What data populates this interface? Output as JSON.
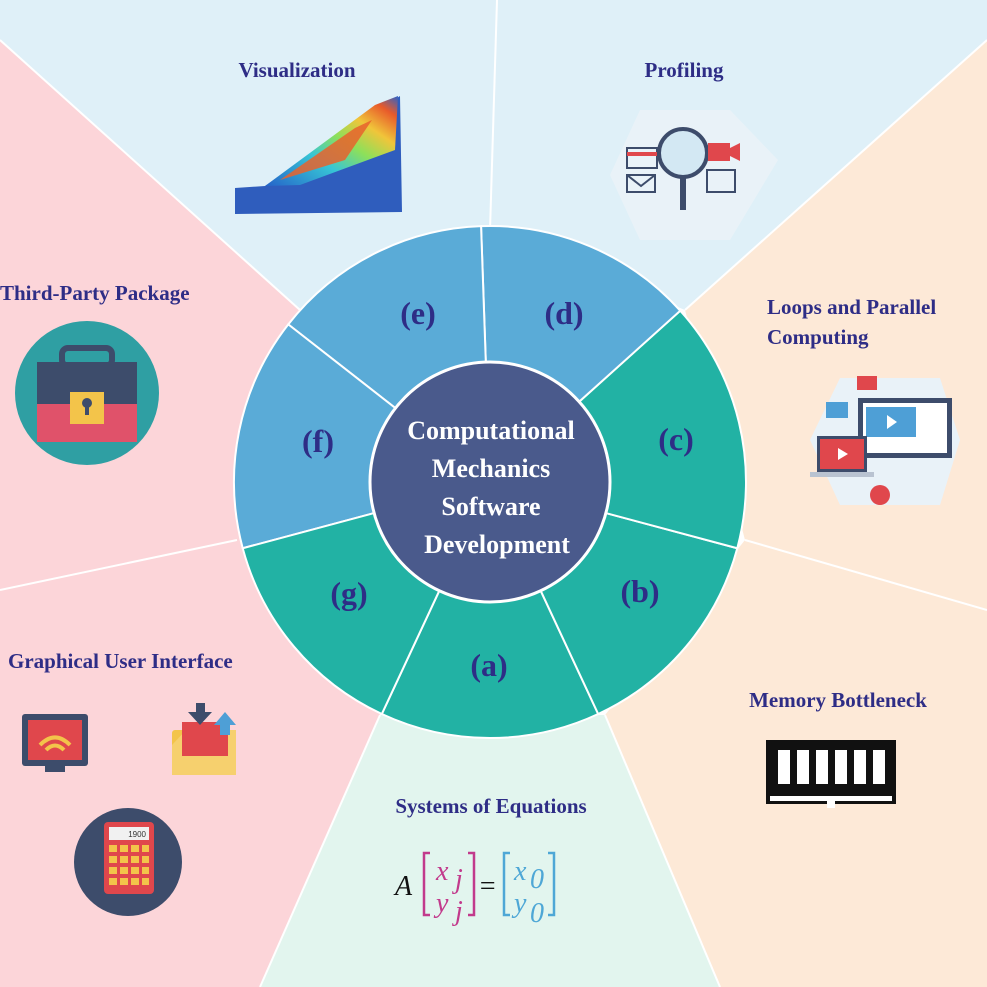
{
  "center": {
    "lines": [
      "Computational",
      "Mechanics",
      "Software",
      "Development"
    ]
  },
  "segments": [
    {
      "id": "a",
      "label": "(a)"
    },
    {
      "id": "b",
      "label": "(b)"
    },
    {
      "id": "c",
      "label": "(c)"
    },
    {
      "id": "d",
      "label": "(d)"
    },
    {
      "id": "e",
      "label": "(e)"
    },
    {
      "id": "f",
      "label": "(f)"
    },
    {
      "id": "g",
      "label": "(g)"
    }
  ],
  "topics": {
    "systems": "Systems of Equations",
    "memory": "Memory Bottleneck",
    "loops": [
      "Loops and Parallel",
      "Computing"
    ],
    "profiling": "Profiling",
    "visualization": "Visualization",
    "third_party": "Third-Party Package",
    "gui": "Graphical User Interface"
  },
  "equation": {
    "A": "A",
    "x_j": "x",
    "y_j": "y",
    "sub_j": "j",
    "equals": "=",
    "x_0": "x",
    "y_0": "y",
    "sub_0": "0"
  },
  "calculator_display": "1900",
  "colors": {
    "segment_teal": "#22b2a4",
    "segment_blue": "#5aabd7",
    "center_fill": "#4a5a8c",
    "label_text": "#2e2d86",
    "bg_pink": "#fcd5d9",
    "bg_lightblue": "#dff0f8",
    "bg_peach": "#fde9d7",
    "bg_mint": "#e2f5ee"
  }
}
